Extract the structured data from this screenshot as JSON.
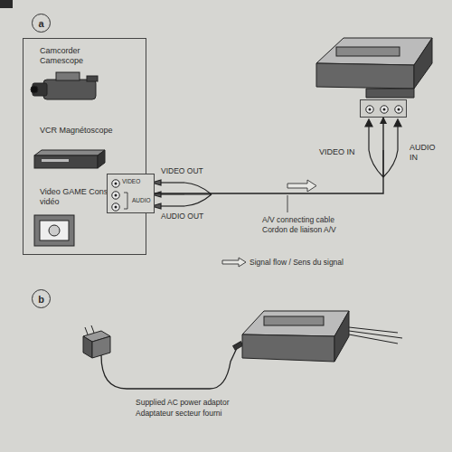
{
  "diagram": {
    "nodes": [
      {
        "text": [
          "a"
        ]
      },
      {
        "text": [
          "Camcorder Camescope",
          "VCR Magnétoscope",
          "Video GAME Console vidéo"
        ]
      },
      {
        "text": [
          "VIDEO",
          "AUDIO"
        ]
      },
      {
        "text": [
          "VIDEO IN",
          "AUDIO IN"
        ]
      },
      {
        "text": [
          "b"
        ]
      }
    ],
    "edges": [
      {
        "from": 2,
        "to": 3,
        "arrow": "to",
        "label": "A/V connecting cable Cordon de liaison A/V"
      }
    ],
    "labels": [
      "VIDEO OUT",
      "AUDIO OUT",
      "Supplied AC power adaptor",
      "Adaptateur secteur fourni"
    ],
    "legend": [
      {
        "text": "Signal flow / Sens du signal"
      }
    ]
  }
}
